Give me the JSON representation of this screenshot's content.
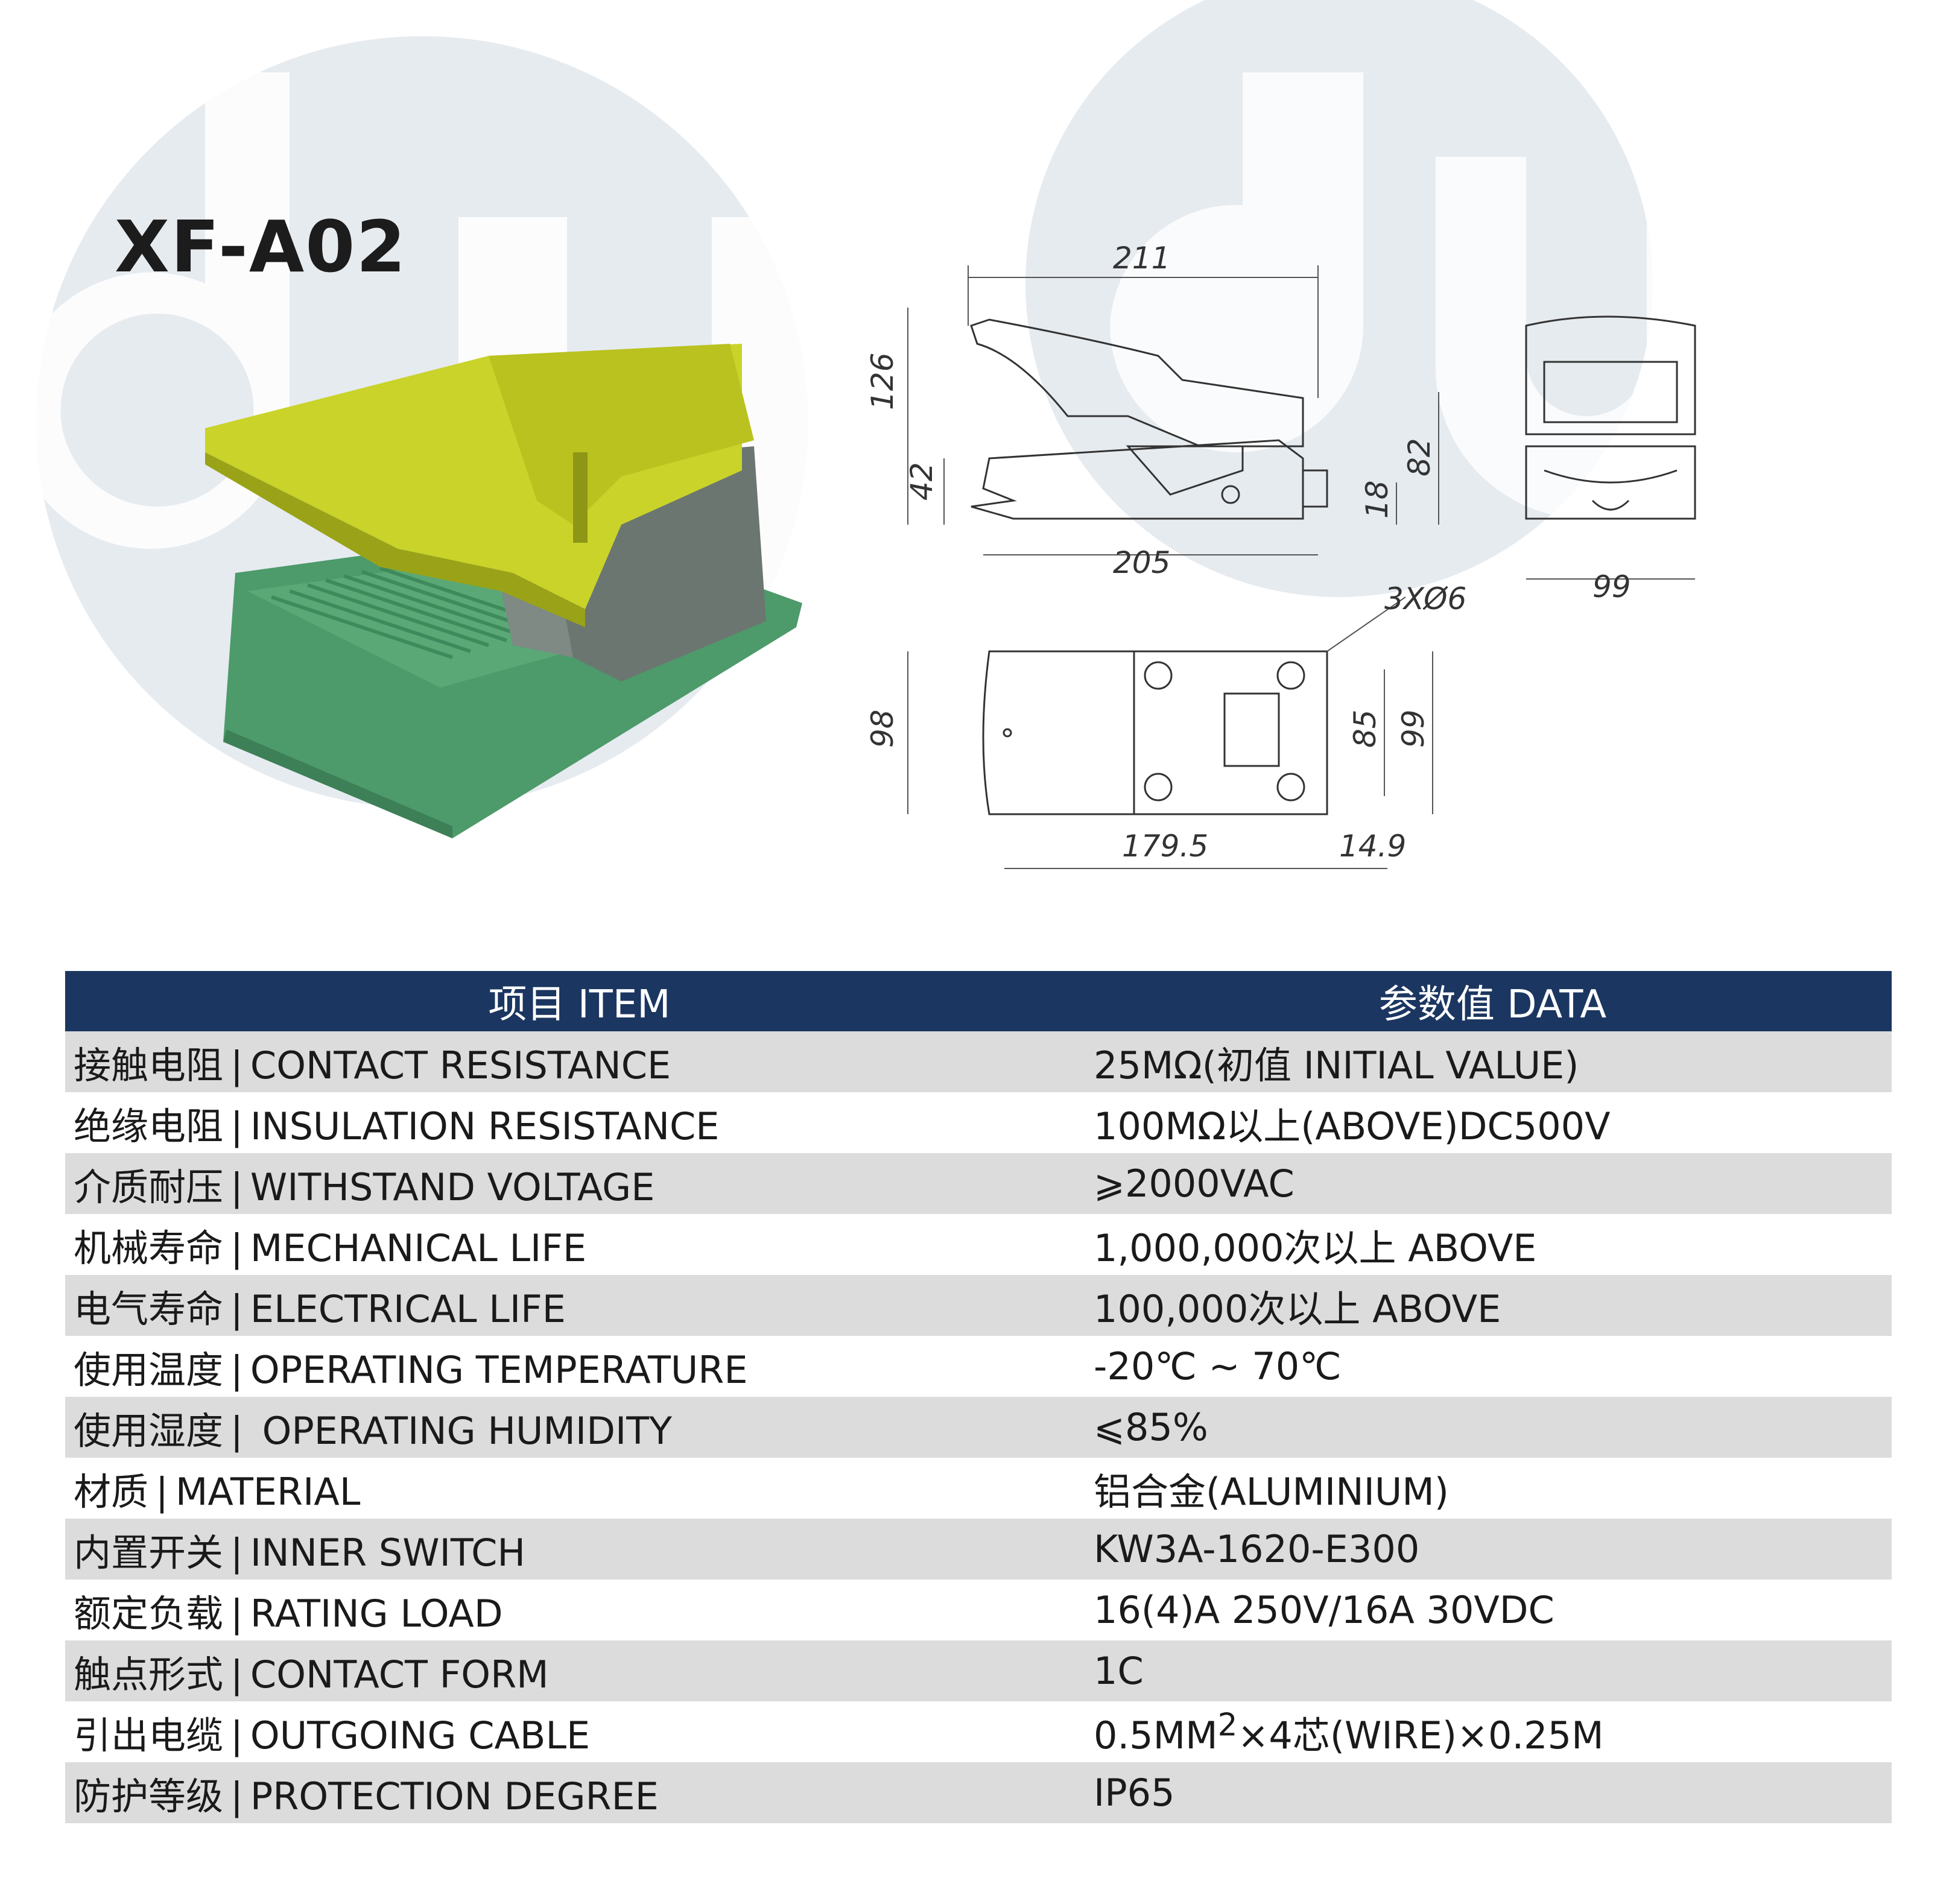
{
  "product": {
    "model": "XF-A02"
  },
  "drawing": {
    "dims": {
      "top_length": "211",
      "total_height": "126",
      "base_height": "42",
      "body_height": "82",
      "foot_height": "18",
      "base_length": "205",
      "front_width": "99",
      "holes": "3XØ6",
      "plan_width": "98",
      "hole_spacing": "85",
      "plan_body_width": "99",
      "plan_length": "179.5",
      "plan_offset": "14.9"
    }
  },
  "spec_table": {
    "headers": {
      "item": "项目 ITEM",
      "data": "参数值 DATA"
    },
    "rows": [
      {
        "zh": "接触电阻",
        "en": "CONTACT RESISTANCE",
        "value": "25MΩ(初值 INITIAL VALUE)"
      },
      {
        "zh": "绝缘电阻",
        "en": "INSULATION RESISTANCE",
        "value": "100MΩ以上(ABOVE)DC500V"
      },
      {
        "zh": "介质耐压",
        "en": "WITHSTAND VOLTAGE",
        "value": "⩾2000VAC"
      },
      {
        "zh": "机械寿命",
        "en": "MECHANICAL LIFE",
        "value": "1,000,000次以上 ABOVE"
      },
      {
        "zh": "电气寿命",
        "en": "ELECTRICAL LIFE",
        "value": "100,000次以上 ABOVE"
      },
      {
        "zh": "使用温度",
        "en": "OPERATING TEMPERATURE",
        "value": " -20℃ ~ 70℃"
      },
      {
        "zh": "使用湿度",
        "en": " OPERATING HUMIDITY",
        "value": "⩽85%"
      },
      {
        "zh": "材质",
        "en": "MATERIAL",
        "value": "铝合金(ALUMINIUM)"
      },
      {
        "zh": "内置开关",
        "en": "INNER SWITCH",
        "value": "KW3A-1620-E300"
      },
      {
        "zh": "额定负载",
        "en": "RATING LOAD",
        "value": "16(4)A 250V/16A  30VDC"
      },
      {
        "zh": "触点形式",
        "en": "CONTACT FORM",
        "value": "1C"
      },
      {
        "zh": "引出电缆",
        "en": "OUTGOING CABLE",
        "value_pre": "0.5MM",
        "value_sup": "2",
        "value_post": "×4芯(WIRE)×0.25M"
      },
      {
        "zh": "防护等级",
        "en": "PROTECTION DEGREE",
        "value": "IP65"
      }
    ]
  },
  "colors": {
    "header_bg": "#1b3660",
    "row_alt": "#dcdcdc",
    "watermark": "#e6ebf0",
    "pedal_yellow": "#c9d32a",
    "base_green": "#4d9a6a",
    "housing_gray": "#6b7670"
  },
  "icons": [
    "watermark-logo-icon"
  ]
}
